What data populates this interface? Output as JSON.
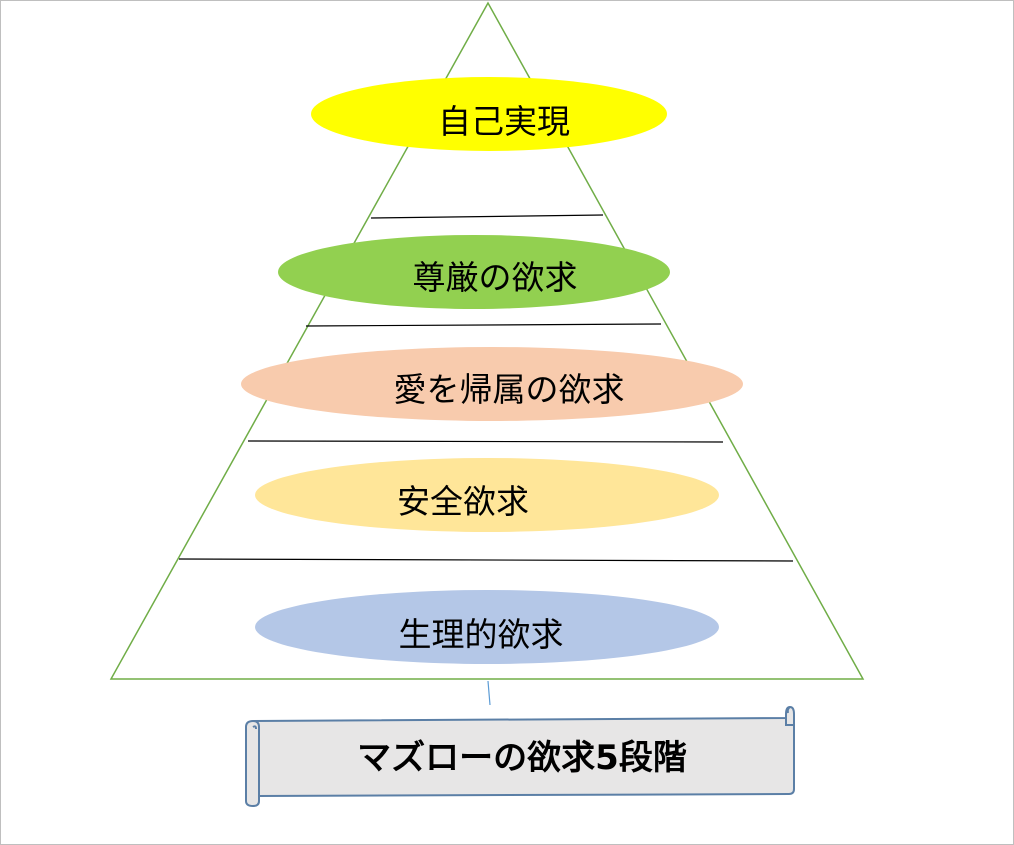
{
  "diagram": {
    "title": "マズローの欲求5段階",
    "levels": [
      {
        "label": "自己実現",
        "color": "#ffff00"
      },
      {
        "label": "尊厳の欲求",
        "color": "#92d050"
      },
      {
        "label": "愛を帰属の欲求",
        "color": "#f8cbad"
      },
      {
        "label": "安全欲求",
        "color": "#ffe699"
      },
      {
        "label": "生理的欲求",
        "color": "#b4c7e7"
      }
    ],
    "pyramid_color": "#70ad47",
    "banner_fill": "#e7e6e6",
    "banner_stroke": "#5b7fa6"
  }
}
